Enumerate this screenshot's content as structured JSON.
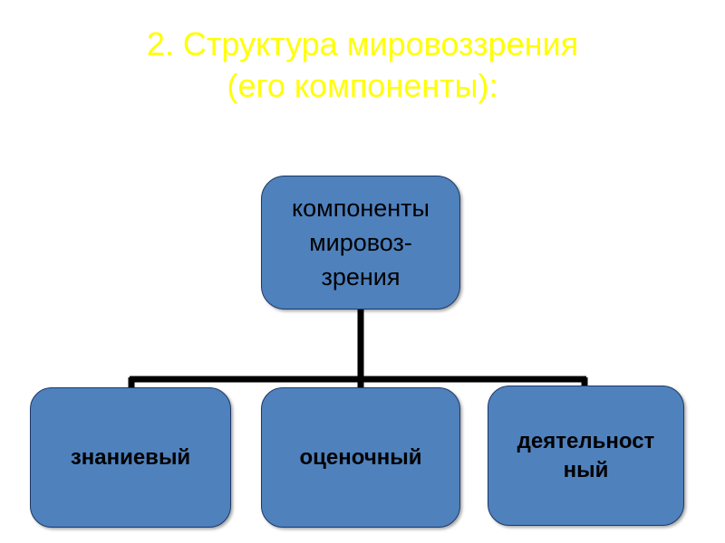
{
  "slide": {
    "background_color": "#FFFFFF",
    "title": {
      "text": "2. Структура мировоззрения\n(его компоненты):",
      "color": "#FFFF00",
      "align": "center"
    }
  },
  "diagram": {
    "type": "org-chart",
    "node_fill_color": "#4F81BD",
    "node_border_color": "#1F3864",
    "node_text_color": "#000000",
    "connector_color": "#000000",
    "root": {
      "label": "компоненты\nмировоз-\nзрения"
    },
    "children": [
      {
        "label": "знаниевый"
      },
      {
        "label": "оценочный"
      },
      {
        "label": "деятельност\nный"
      }
    ]
  }
}
